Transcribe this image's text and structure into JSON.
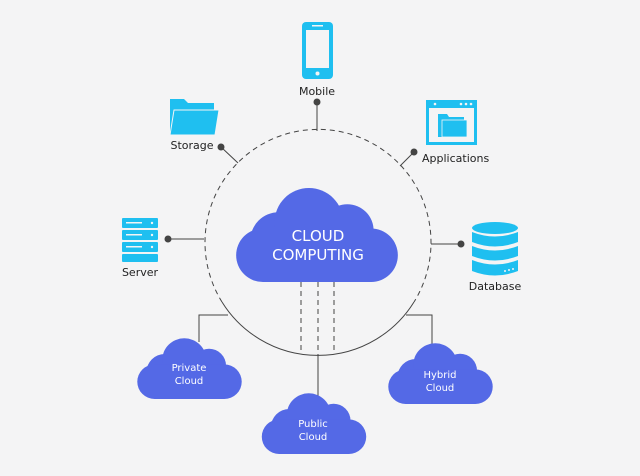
{
  "colors": {
    "background": "#f4f4f5",
    "cloud": "#5469e6",
    "icon": "#1fbff0",
    "line": "#444444"
  },
  "center": {
    "line1": "CLOUD",
    "line2": "COMPUTING"
  },
  "nodes": {
    "mobile": {
      "label": "Mobile",
      "icon": "smartphone-icon"
    },
    "storage": {
      "label": "Storage",
      "icon": "folder-icon"
    },
    "applications": {
      "label": "Applications",
      "icon": "app-window-icon"
    },
    "server": {
      "label": "Server",
      "icon": "server-icon"
    },
    "database": {
      "label": "Database",
      "icon": "database-icon"
    }
  },
  "deployments": {
    "private": {
      "line1": "Private",
      "line2": "Cloud"
    },
    "public": {
      "line1": "Public",
      "line2": "Cloud"
    },
    "hybrid": {
      "line1": "Hybrid",
      "line2": "Cloud"
    }
  }
}
